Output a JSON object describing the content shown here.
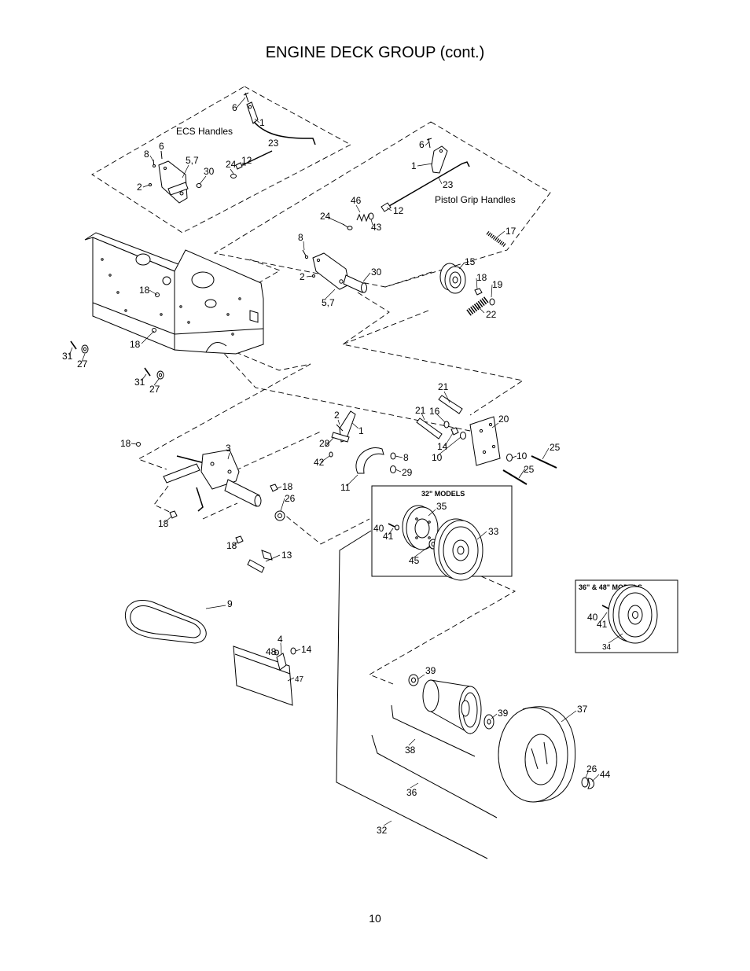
{
  "title": "ENGINE DECK GROUP (cont.)",
  "page_number": "10",
  "group_labels": {
    "ecs_handles": "ECS Handles",
    "pistol_grip_handles": "Pistol Grip Handles",
    "models_32": "32\" MODELS",
    "models_36_48": "36\" & 48\" MODELS"
  },
  "callouts": {
    "ecs": [
      "6",
      "1",
      "23",
      "8",
      "6",
      "5,7",
      "30",
      "24",
      "12",
      "2"
    ],
    "pistol": [
      "6",
      "1",
      "23",
      "46",
      "12",
      "24",
      "43",
      "17",
      "8",
      "15",
      "30",
      "2",
      "18",
      "19",
      "5,7",
      "22"
    ],
    "frame": [
      "18",
      "18",
      "31",
      "27",
      "31",
      "27"
    ],
    "middle": [
      "21",
      "21",
      "16",
      "2",
      "20",
      "1",
      "28",
      "18",
      "3",
      "14",
      "25",
      "10",
      "10",
      "8",
      "42",
      "29",
      "25",
      "11",
      "18",
      "26",
      "18",
      "18",
      "13"
    ],
    "models_32": [
      "35",
      "40",
      "41",
      "33",
      "45"
    ],
    "models_36_48": [
      "40",
      "41",
      "34"
    ],
    "lower": [
      "9",
      "4",
      "48",
      "14",
      "47",
      "39",
      "39",
      "37",
      "38",
      "26",
      "44",
      "36",
      "32"
    ]
  }
}
